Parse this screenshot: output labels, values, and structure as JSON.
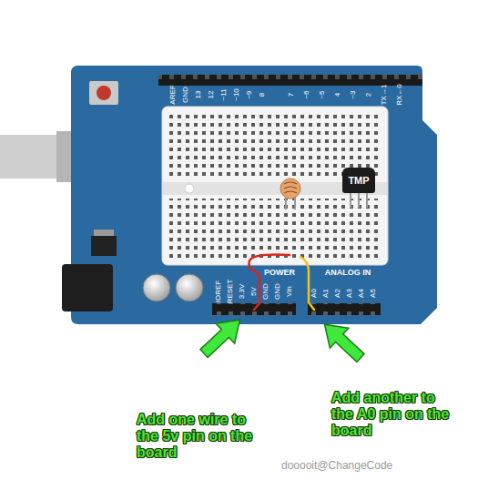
{
  "diagram": {
    "nodes": [
      {
        "text": [
          "TMP"
        ]
      }
    ],
    "labels": [
      "AREF",
      "GND",
      "13",
      "12",
      "~11",
      "~10",
      "~9",
      "8",
      "7",
      "~6",
      "~5",
      "4",
      "~3",
      "2",
      "TX→1",
      "RX←0",
      "IOREF",
      "RESET",
      "3.3V",
      "5V",
      "GND",
      "GND",
      "Vin",
      "POWER",
      "ANALOG IN",
      "A0",
      "A1",
      "A2",
      "A3",
      "A4",
      "A5",
      "Add one wire to the 5v pin on the board",
      "Add another to the A0 pin on the board",
      "dooooit@ChangeCode"
    ]
  }
}
